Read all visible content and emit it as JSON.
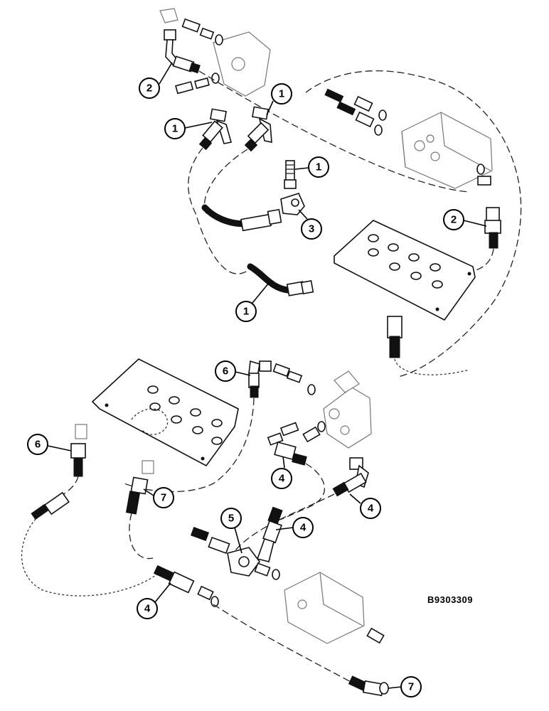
{
  "figure_id": "B9303309",
  "callouts": {
    "top_fitting_left": "2",
    "top_elbow_left": "1",
    "top_elbow_right": "1",
    "top_fitting_small": "1",
    "top_tee": "3",
    "top_fitting_right": "2",
    "top_hose": "1",
    "bottom_elbow_top": "6",
    "bottom_fitting_left": "6",
    "bottom_fitting_mid": "7",
    "bottom_hose_upper": "4",
    "bottom_elbow_right": "4",
    "bottom_tee": "5",
    "bottom_elbow_mid": "4",
    "bottom_fitting_lower": "4",
    "bottom_elbow_end": "7"
  },
  "colors": {
    "line": "#000000",
    "background": "#ffffff"
  }
}
